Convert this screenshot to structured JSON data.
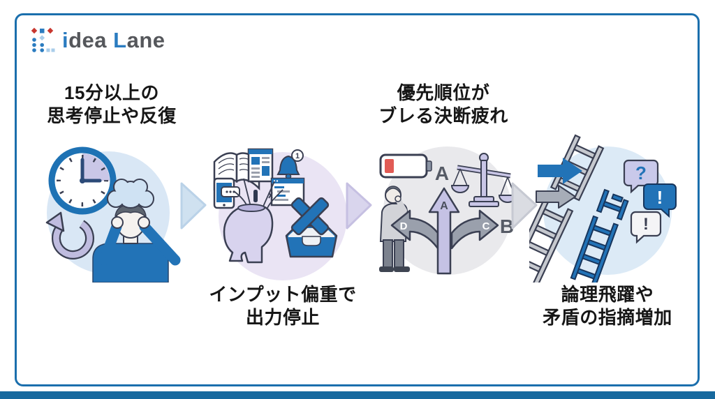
{
  "brand": {
    "word_i": "i",
    "word_dea": "dea",
    "word_L": "L",
    "word_ane": "ane"
  },
  "steps": [
    {
      "id": 1,
      "label_line1": "15分以上の",
      "label_line2": "思考停止や反復",
      "label_position": "top",
      "illustration": "clock-person-brain-fog"
    },
    {
      "id": 2,
      "label_line1": "インプット偏重で",
      "label_line2": "出力停止",
      "label_position": "bottom",
      "illustration": "inputs-into-head-blocked-output"
    },
    {
      "id": 3,
      "label_line1": "優先順位が",
      "label_line2": "ブレる決断疲れ",
      "label_position": "top",
      "illustration": "low-battery-scale-branching-choices"
    },
    {
      "id": 4,
      "label_line1": "論理飛躍や",
      "label_line2": "矛盾の指摘増加",
      "label_position": "bottom",
      "illustration": "broken-ladders-feedback-bubbles"
    }
  ],
  "annotations": {
    "bell_badge": "1",
    "choice_big_a": "A",
    "choice_big_b": "B",
    "arrow_up_label": "A",
    "arrow_right_label": "C",
    "arrow_left_label": "D",
    "bubble_question": "?",
    "bubble_exclaim_blue": "!",
    "bubble_exclaim_white": "!"
  },
  "colors": {
    "primary_blue": "#2273b7",
    "border_blue": "#1b6fad",
    "bottom_bar_blue": "#17699e",
    "lavender": "#c9c6e6",
    "circle_blue_bg": "#d9e7f5",
    "circle_lavender_bg": "#eae4f4",
    "circle_gray_bg": "#e9e9ec",
    "battery_red": "#e15b55",
    "logo_accent_red": "#c8372f",
    "dark_outline": "#3a3f52",
    "text_dark": "#161616"
  }
}
